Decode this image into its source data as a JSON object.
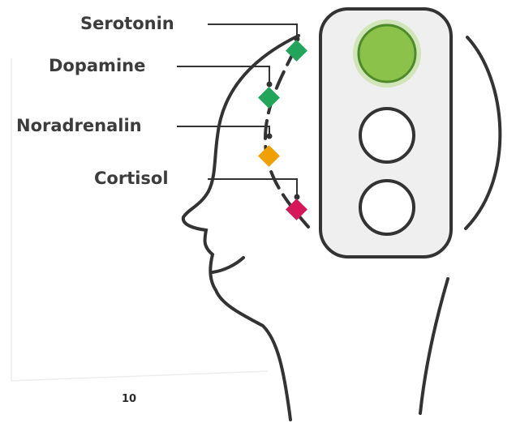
{
  "labels": {
    "serotonin": "Serotonin",
    "dopamine": "Dopamine",
    "noradrenalin": "Noradrenalin",
    "cortisol": "Cortisol"
  },
  "page_number": "10",
  "colors": {
    "outline": "#333333",
    "light_fill": "#efefef",
    "light_on": "#8bc34a",
    "light_glow": "#b7dd8a",
    "serotonin_marker": "#21a55a",
    "dopamine_marker": "#21a55a",
    "noradrenalin_marker": "#f0a000",
    "cortisol_marker": "#d6185a"
  },
  "traffic_light": {
    "lights": [
      "on",
      "off",
      "off"
    ]
  }
}
